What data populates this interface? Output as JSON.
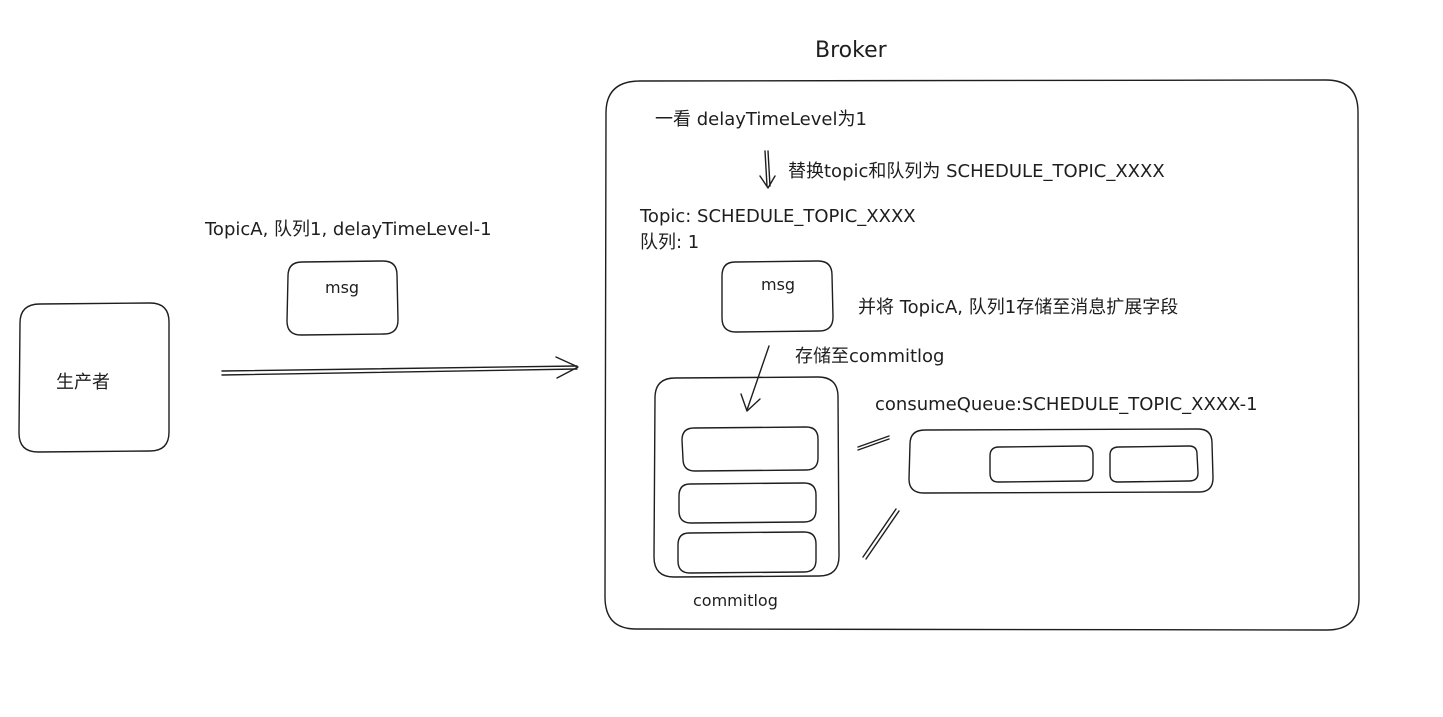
{
  "broker": {
    "title": "Broker",
    "step1": "一看 delayTimeLevel为1",
    "step2": "替换topic和队列为 SCHEDULE_TOPIC_XXXX",
    "topic_line": "Topic: SCHEDULE_TOPIC_XXXX",
    "queue_line": "队列: 1",
    "msg_label": "msg",
    "step3": "并将 TopicA, 队列1存储至消息扩展字段",
    "store_label": "存储至commitlog",
    "consume_queue_label": "consumeQueue:SCHEDULE_TOPIC_XXXX-1",
    "commitlog_label": "commitlog"
  },
  "producer": {
    "label": "生产者",
    "message_meta": "TopicA, 队列1, delayTimeLevel-1",
    "msg_label": "msg"
  }
}
